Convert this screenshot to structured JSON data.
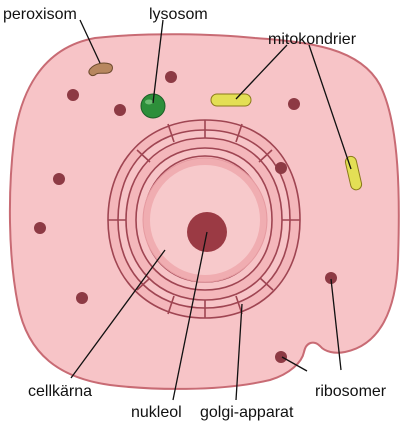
{
  "diagram": {
    "labels": {
      "peroxisome": "peroxisom",
      "lysosome": "lysosom",
      "mitochondria": "mitokondrier",
      "nucleus": "cellkärna",
      "nucleolus": "nukleol",
      "golgi": "golgi-apparat",
      "ribosomes": "ribosomer"
    },
    "colors": {
      "cytoplasm": "#f7c4c7",
      "cell_outline": "#c86b74",
      "nucleus": "#f0adb1",
      "nucleus_inner": "#f7c9cb",
      "nucleolus": "#9b3a44",
      "ribosome": "#8d3a44",
      "mitochondrion": "#e3df55",
      "lysosome": "#2d8f3a",
      "peroxisome": "#b8875f",
      "golgi_fill": "#f4b7bb",
      "golgi_stroke": "#9f4552"
    }
  }
}
